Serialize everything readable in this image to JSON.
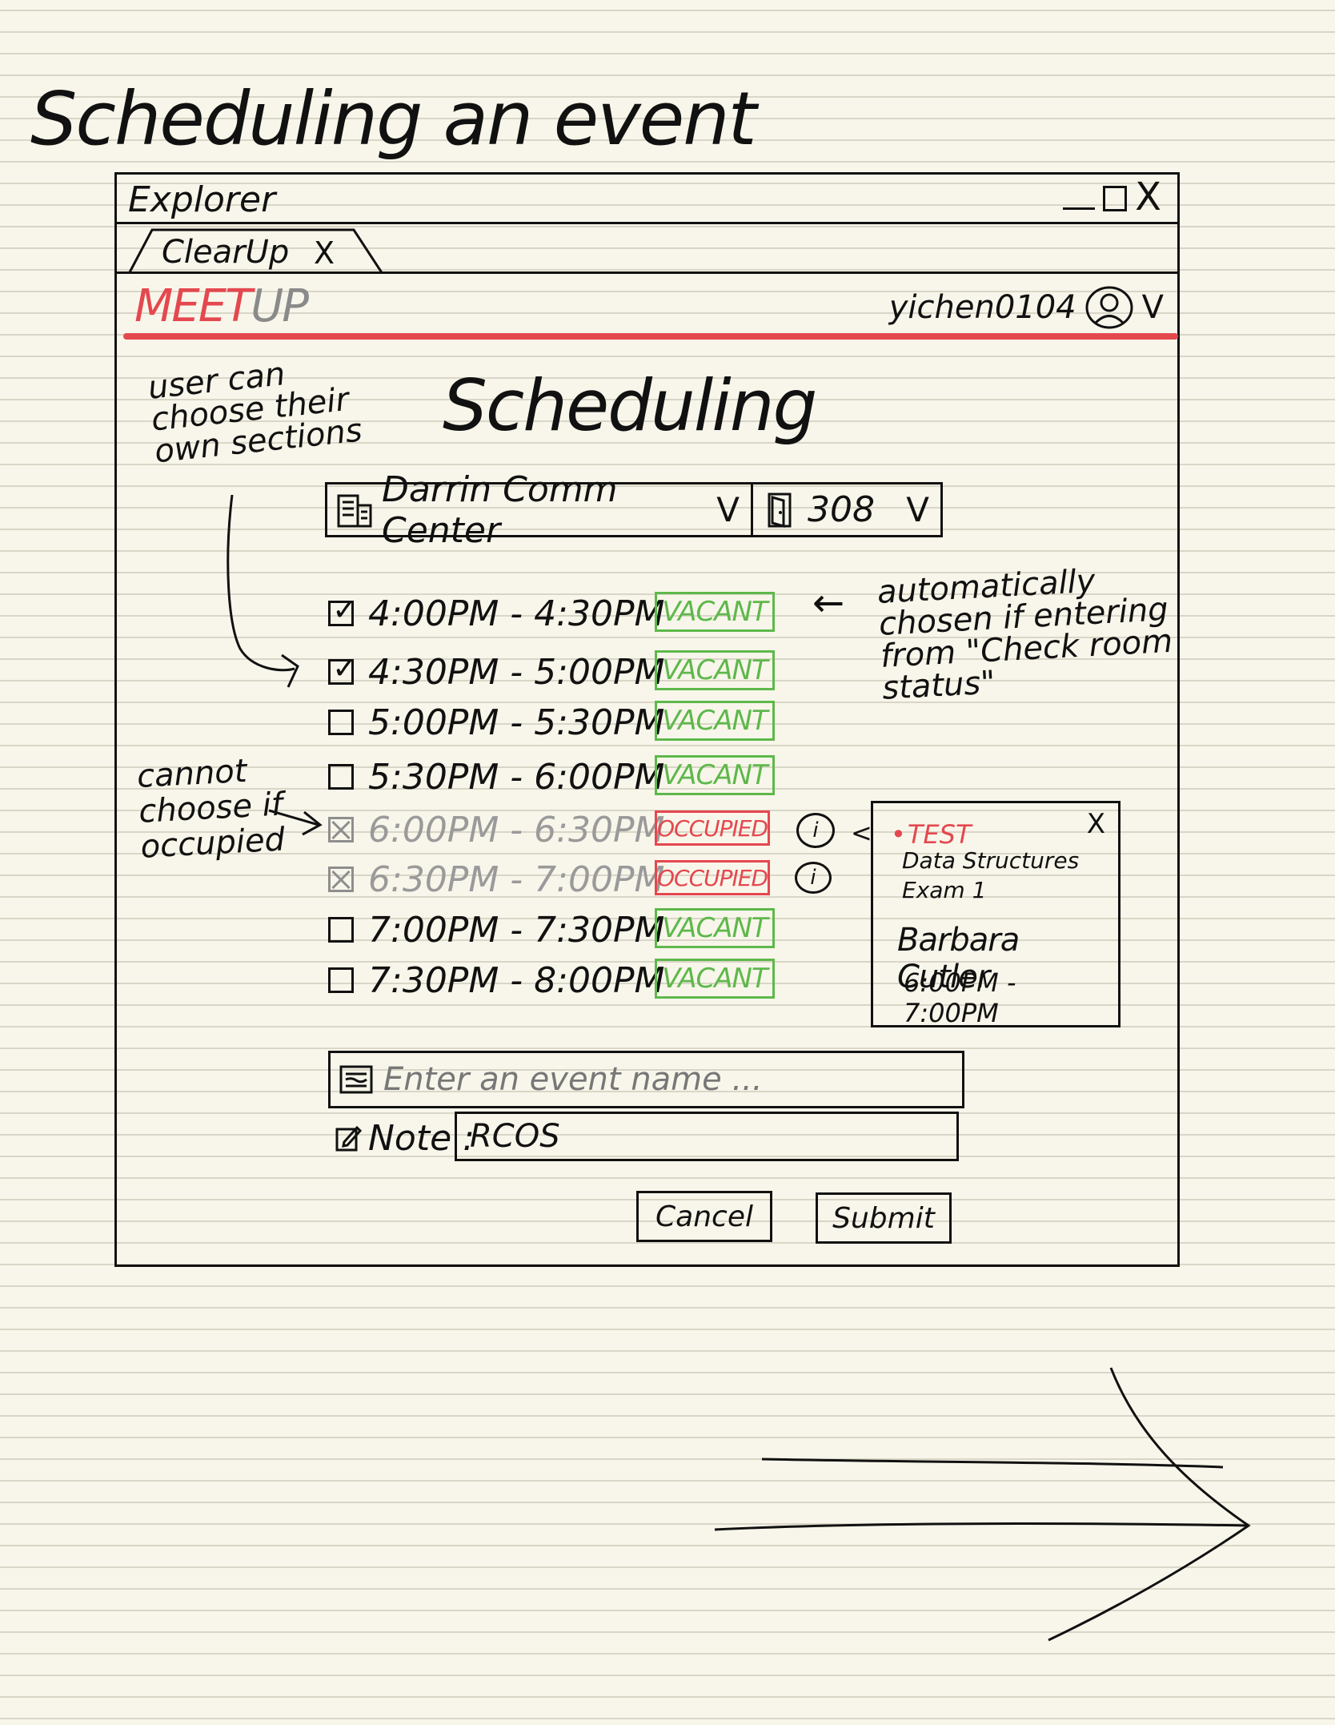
{
  "page": {
    "title": "Scheduling an event"
  },
  "window": {
    "title": "Explorer",
    "tab": {
      "label": "ClearUp",
      "close": "X"
    },
    "controls": {
      "close": "X"
    }
  },
  "app": {
    "logo_red": "MEET",
    "logo_gray": "UP",
    "brand_color": "#e4484f",
    "username": "yichen0104",
    "user_menu_chevron": "V"
  },
  "scheduling": {
    "title": "Scheduling",
    "building": {
      "value": "Darrin Comm Center",
      "chevron": "V",
      "icon": "building-icon"
    },
    "room": {
      "value": "308",
      "chevron": "V",
      "icon": "door-icon"
    },
    "slots": [
      {
        "time": "4:00PM - 4:30PM",
        "status": "VACANT",
        "checked": true
      },
      {
        "time": "4:30PM - 5:00PM",
        "status": "VACANT",
        "checked": true
      },
      {
        "time": "5:00PM - 5:30PM",
        "status": "VACANT",
        "checked": false
      },
      {
        "time": "5:30PM - 6:00PM",
        "status": "VACANT",
        "checked": false
      },
      {
        "time": "6:00PM - 6:30PM",
        "status": "OCCUPIED",
        "checked": false
      },
      {
        "time": "6:30PM - 7:00PM",
        "status": "OCCUPIED",
        "checked": false
      },
      {
        "time": "7:00PM - 7:30PM",
        "status": "VACANT",
        "checked": false
      },
      {
        "time": "7:30PM - 8:00PM",
        "status": "VACANT",
        "checked": false
      }
    ],
    "info_label": "i",
    "popover": {
      "tag": "TEST",
      "course": "Data Structures",
      "exam": "Exam 1",
      "person": "Barbara Cutler",
      "time": "6:00PM - 7:00PM",
      "close": "X"
    },
    "event_name": {
      "placeholder": "Enter an event name ...",
      "value": ""
    },
    "note": {
      "label": "Note :",
      "value": "RCOS"
    },
    "cancel_label": "Cancel",
    "submit_label": "Submit",
    "vacant_color": "#5eb84b",
    "occupied_color": "#e4484f"
  },
  "annotations": {
    "sections": "user can choose their own sections",
    "auto": "automatically chosen if entering from \"Check room status\"",
    "auto_arrow": "←",
    "cannot": "cannot choose if occupied"
  }
}
